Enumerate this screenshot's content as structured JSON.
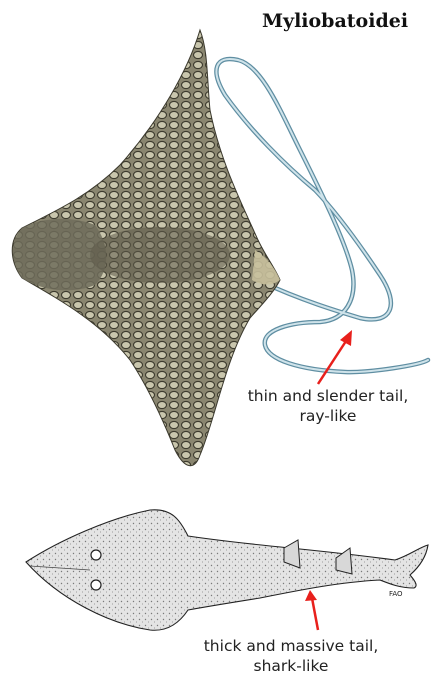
{
  "title": "Myliobatoidei",
  "ray_label": {
    "line1": "thin and slender tail,",
    "line2": "ray-like"
  },
  "shark_label": {
    "line1": "thick and massive tail,",
    "line2": "shark-like"
  },
  "credit": "FAO",
  "colors": {
    "arrow": "#e8201c",
    "ray_tail": "#8fb8c9",
    "ray_body": "#7e7a63",
    "shark_body": "#d9d9d9"
  }
}
